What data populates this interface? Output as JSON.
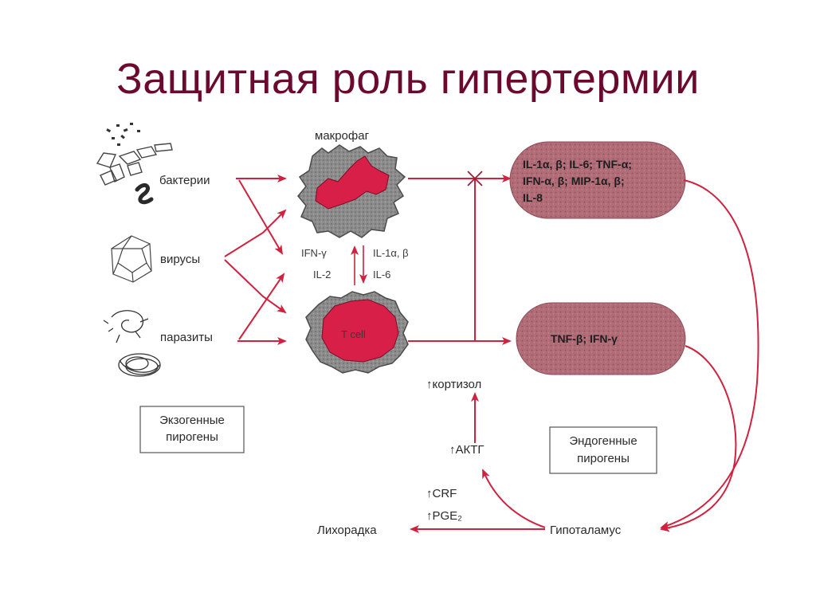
{
  "slide": {
    "title": "Защитная роль гипертермии"
  },
  "pathogens": {
    "bacteria": "бактерии",
    "viruses": "вирусы",
    "parasites": "паразиты"
  },
  "cells": {
    "macrophage": "макрофаг",
    "tcell": "T cell"
  },
  "mediators": {
    "ifn_gamma": "IFN-γ",
    "il2": "IL-2",
    "il1": "IL-1α, β",
    "il6": "IL-6"
  },
  "cytokines_top": {
    "line1": "IL-1α, β; IL-6; TNF-α;",
    "line2": "IFN-α, β; MIP-1α, β;",
    "line3": "IL-8"
  },
  "cytokines_bottom": {
    "line1": "TNF-β; IFN-γ"
  },
  "hormones": {
    "cortisol": "↑кортизол",
    "acth": "↑АКТГ",
    "crf": "↑CRF",
    "pge2": "↑PGE₂"
  },
  "exogenous": {
    "line1": "Экзогенные",
    "line2": "пирогены"
  },
  "endogenous": {
    "line1": "Эндогенные",
    "line2": "пирогены"
  },
  "hypothalamus": "Гипоталамус",
  "fever": "Лихорадка",
  "colors": {
    "title": "#6b0a2e",
    "arrow": "#d0223f",
    "cell_red": "#d81f48",
    "cell_gray": "#8c8c8c",
    "pill_fill": "#b06d78"
  }
}
